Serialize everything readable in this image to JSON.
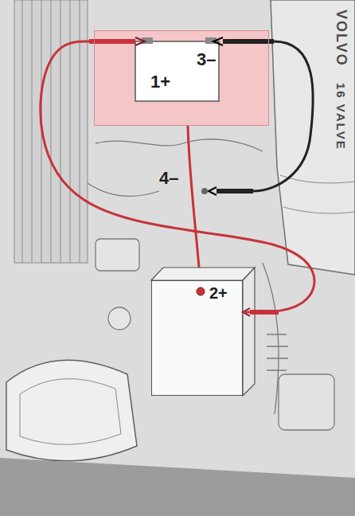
{
  "diagram": {
    "nodes": [
      {
        "text": [
          "1+",
          "3–"
        ]
      },
      {
        "text": [
          "2+"
        ]
      }
    ],
    "edges": [
      {
        "from": 0,
        "to": 1,
        "arrow": "none"
      }
    ],
    "labels": [
      "4–",
      "VOLVO",
      "16 VALVE"
    ]
  }
}
